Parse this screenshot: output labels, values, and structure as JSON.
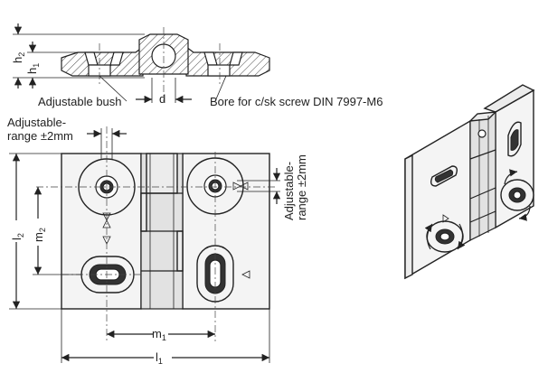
{
  "labels": {
    "h2": "h",
    "h2_sub": "2",
    "h1": "h",
    "h1_sub": "1",
    "adjustable_bush": "Adjustable bush",
    "d": "d",
    "bore": "Bore for c/sk screw DIN 7997-M6",
    "adjustable_range_top_1": "Adjustable-",
    "adjustable_range_top_2": "range ±2mm",
    "adjustable_range_side_1": "Adjustable-",
    "adjustable_range_side_2": "range ±2mm",
    "l2": "l",
    "l2_sub": "2",
    "m2": "m",
    "m2_sub": "2",
    "m1": "m",
    "m1_sub": "1",
    "l1": "l",
    "l1_sub": "1"
  },
  "colors": {
    "line": "#222222",
    "fill": "#f4f4f4",
    "background": "#ffffff"
  }
}
